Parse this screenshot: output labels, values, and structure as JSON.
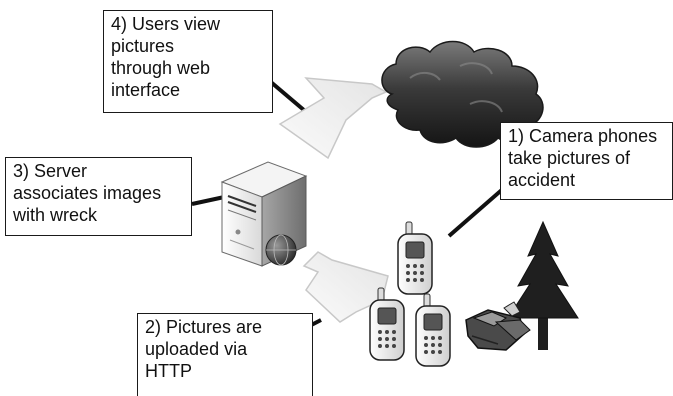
{
  "labels": {
    "step1": [
      "1) Camera phones",
      "take pictures of",
      "accident"
    ],
    "step2": [
      "2) Pictures are",
      "uploaded via",
      "HTTP"
    ],
    "step3": [
      "3) Server",
      "associates images",
      "with wreck"
    ],
    "step4": [
      "4) Users view",
      "pictures",
      "through web",
      "interface"
    ]
  },
  "icons": {
    "cloud": "cloud-icon",
    "server": "server-tower-icon",
    "phones": "camera-phone-icon",
    "tree": "pine-tree-icon",
    "wreck": "wrecked-car-icon"
  },
  "colors": {
    "arrow_fill": "#f2f2f2",
    "arrow_stroke": "#c8c8c8",
    "cloud_dark": "#2e2e2e",
    "tree": "#1f1f1f",
    "connector": "#111111"
  }
}
